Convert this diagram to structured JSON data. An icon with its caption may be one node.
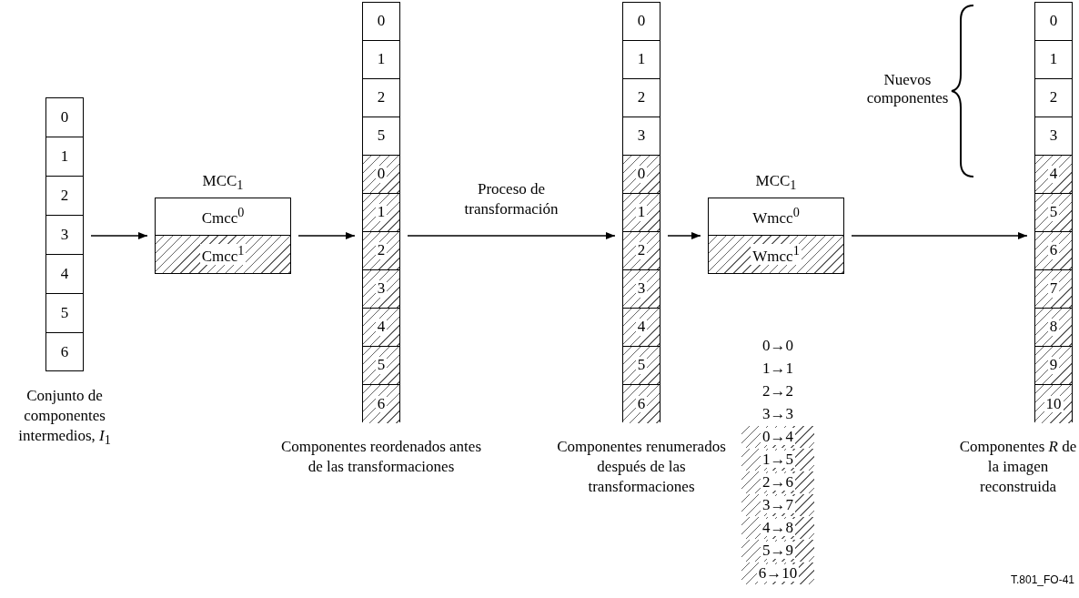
{
  "diagram": {
    "nodes": [
      {
        "text": [
          "Conjunto de componentes intermedios, *I*$_{1}$"
        ]
      },
      {
        "text": [
          "0"
        ],
        "in": 0
      },
      {
        "text": [
          "1"
        ],
        "in": 0
      },
      {
        "text": [
          "2"
        ],
        "in": 0
      },
      {
        "text": [
          "3"
        ],
        "in": 0
      },
      {
        "text": [
          "4"
        ],
        "in": 0
      },
      {
        "text": [
          "5"
        ],
        "in": 0
      },
      {
        "text": [
          "6"
        ],
        "in": 0
      },
      {
        "text": [
          "MCC$_{1}$"
        ]
      },
      {
        "text": [
          "Cmcc$^{0}$"
        ],
        "in": 8
      },
      {
        "text": [
          "Cmcc$^{1}$"
        ],
        "in": 8
      },
      {
        "text": [
          "Componentes reordenados antes de las transformaciones"
        ]
      },
      {
        "text": [
          "0"
        ],
        "in": 11
      },
      {
        "text": [
          "1"
        ],
        "in": 11
      },
      {
        "text": [
          "2"
        ],
        "in": 11
      },
      {
        "text": [
          "5"
        ],
        "in": 11
      },
      {
        "text": [
          "0"
        ],
        "in": 11
      },
      {
        "text": [
          "1"
        ],
        "in": 11
      },
      {
        "text": [
          "2"
        ],
        "in": 11
      },
      {
        "text": [
          "3"
        ],
        "in": 11
      },
      {
        "text": [
          "4"
        ],
        "in": 11
      },
      {
        "text": [
          "5"
        ],
        "in": 11
      },
      {
        "text": [
          "6"
        ],
        "in": 11
      },
      {
        "text": [
          "Componentes renumerados después de las transformaciones"
        ]
      },
      {
        "text": [
          "0"
        ],
        "in": 23
      },
      {
        "text": [
          "1"
        ],
        "in": 23
      },
      {
        "text": [
          "2"
        ],
        "in": 23
      },
      {
        "text": [
          "3"
        ],
        "in": 23
      },
      {
        "text": [
          "0"
        ],
        "in": 23
      },
      {
        "text": [
          "1"
        ],
        "in": 23
      },
      {
        "text": [
          "2"
        ],
        "in": 23
      },
      {
        "text": [
          "3"
        ],
        "in": 23
      },
      {
        "text": [
          "4"
        ],
        "in": 23
      },
      {
        "text": [
          "5"
        ],
        "in": 23
      },
      {
        "text": [
          "6"
        ],
        "in": 23
      },
      {
        "text": [
          "MCC$_{1}$"
        ]
      },
      {
        "text": [
          "Wmcc$^{0}$"
        ],
        "in": 35
      },
      {
        "text": [
          "Wmcc$^{1}$"
        ],
        "in": 35
      },
      {
        "text": [
          "Componentes *R* de la imagen reconstruida"
        ]
      },
      {
        "text": [
          "0"
        ],
        "in": 38
      },
      {
        "text": [
          "1"
        ],
        "in": 38
      },
      {
        "text": [
          "2"
        ],
        "in": 38
      },
      {
        "text": [
          "3"
        ],
        "in": 38
      },
      {
        "text": [
          "4"
        ],
        "in": 38
      },
      {
        "text": [
          "5"
        ],
        "in": 38
      },
      {
        "text": [
          "6"
        ],
        "in": 38
      },
      {
        "text": [
          "7"
        ],
        "in": 38
      },
      {
        "text": [
          "8"
        ],
        "in": 38
      },
      {
        "text": [
          "9"
        ],
        "in": 38
      },
      {
        "text": [
          "10"
        ],
        "in": 38
      }
    ],
    "edges": [
      {
        "from": 0,
        "to": 8,
        "arrow": "to"
      },
      {
        "from": 8,
        "to": 11,
        "arrow": "to"
      },
      {
        "from": 11,
        "to": 23,
        "arrow": "to",
        "label": "Proceso de transformación"
      },
      {
        "from": 23,
        "to": 35,
        "arrow": "to"
      },
      {
        "from": 35,
        "to": 38,
        "arrow": "to"
      }
    ],
    "labels": [
      "0→0",
      "1→1",
      "2→2",
      "3→3",
      "0→4",
      "1→5",
      "2→6",
      "3→7",
      "4→8",
      "5→9",
      "6→10",
      "Nuevos componentes",
      "T.801_FO-41"
    ]
  }
}
